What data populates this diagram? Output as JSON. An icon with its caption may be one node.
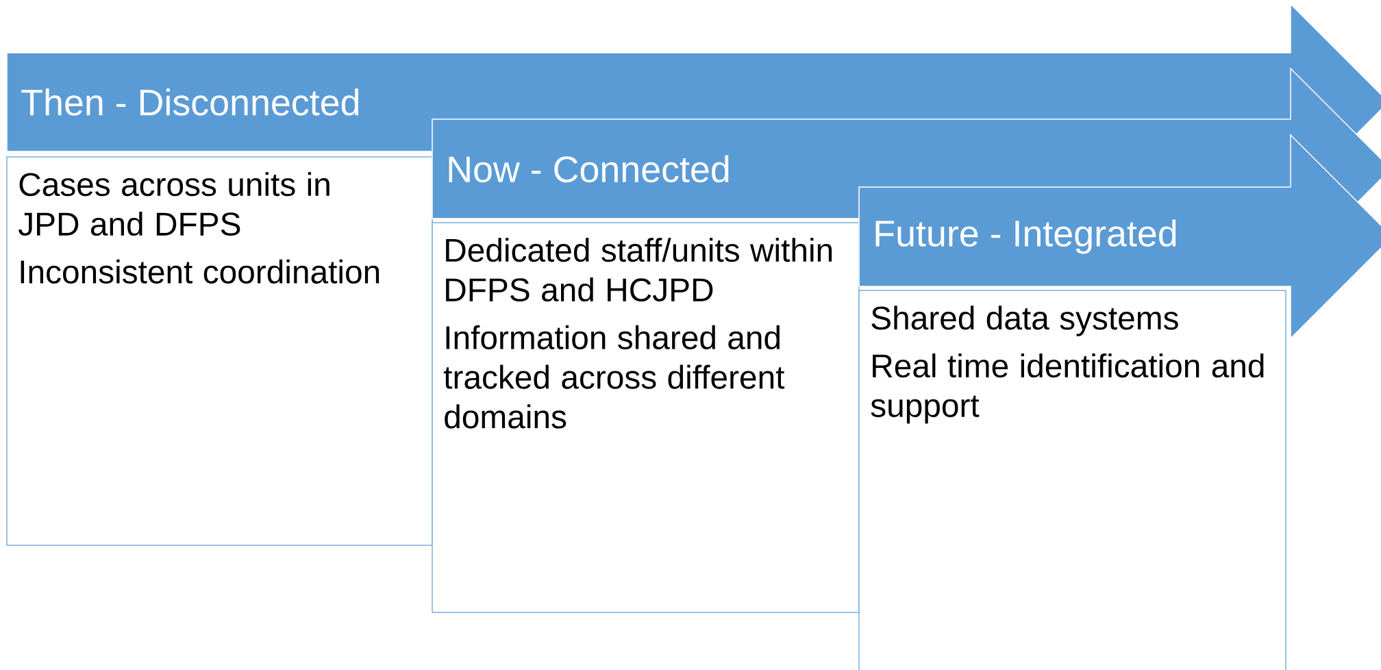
{
  "diagram": {
    "nodes": [
      {
        "text": [
          "Then - Disconnected"
        ]
      },
      {
        "text": [
          "Cases across units in JPD and DFPS",
          "Inconsistent coordination"
        ]
      },
      {
        "text": [
          "Now - Connected"
        ]
      },
      {
        "text": [
          "Dedicated staff/units within DFPS and HCJPD",
          "Information shared and tracked across different domains"
        ]
      },
      {
        "text": [
          "Future - Integrated"
        ]
      },
      {
        "text": [
          "Shared data systems",
          "Real time identification and support"
        ]
      }
    ]
  }
}
